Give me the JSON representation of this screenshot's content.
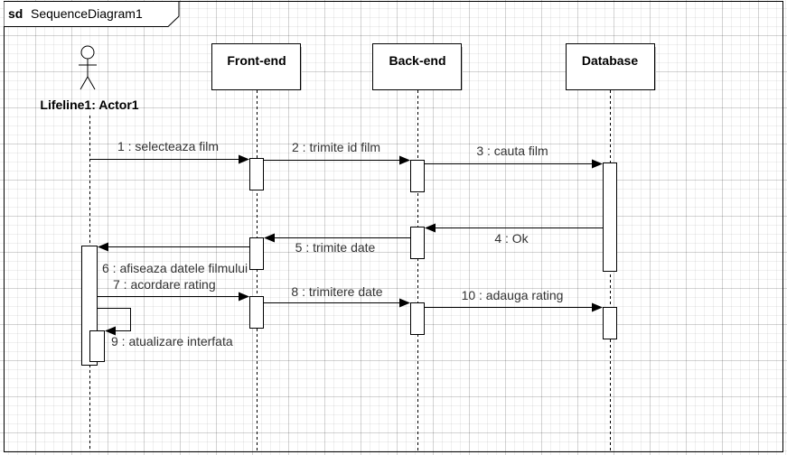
{
  "frame": {
    "keyword": "sd",
    "name": "SequenceDiagram1"
  },
  "lifelines": [
    {
      "id": "actor",
      "kind": "actor",
      "label": "Lifeline1: Actor1"
    },
    {
      "id": "frontend",
      "kind": "object",
      "label": "Front-end"
    },
    {
      "id": "backend",
      "kind": "object",
      "label": "Back-end"
    },
    {
      "id": "database",
      "kind": "object",
      "label": "Database"
    }
  ],
  "messages": [
    {
      "label": "1 : selecteaza film",
      "from": "actor",
      "to": "frontend",
      "kind": "sync"
    },
    {
      "label": "2 : trimite id film",
      "from": "frontend",
      "to": "backend",
      "kind": "sync"
    },
    {
      "label": "3 : cauta film",
      "from": "backend",
      "to": "database",
      "kind": "sync"
    },
    {
      "label": "4 : Ok",
      "from": "database",
      "to": "backend",
      "kind": "sync"
    },
    {
      "label": "5 : trimite date",
      "from": "backend",
      "to": "frontend",
      "kind": "sync"
    },
    {
      "label": "6 : afiseaza datele filmului",
      "from": "frontend",
      "to": "actor",
      "kind": "sync"
    },
    {
      "label": "7 : acordare rating",
      "from": "actor",
      "to": "frontend",
      "kind": "sync"
    },
    {
      "label": "8 : trimitere date",
      "from": "frontend",
      "to": "backend",
      "kind": "sync"
    },
    {
      "label": "10 : adauga rating",
      "from": "backend",
      "to": "database",
      "kind": "sync"
    },
    {
      "label": "9 : atualizare interfata",
      "from": "actor",
      "to": "actor",
      "kind": "self"
    }
  ],
  "colors": {
    "line": "#000000",
    "box_fill": "#ffffff",
    "shadow": "#bfbfbf",
    "label_text": "#333333"
  }
}
